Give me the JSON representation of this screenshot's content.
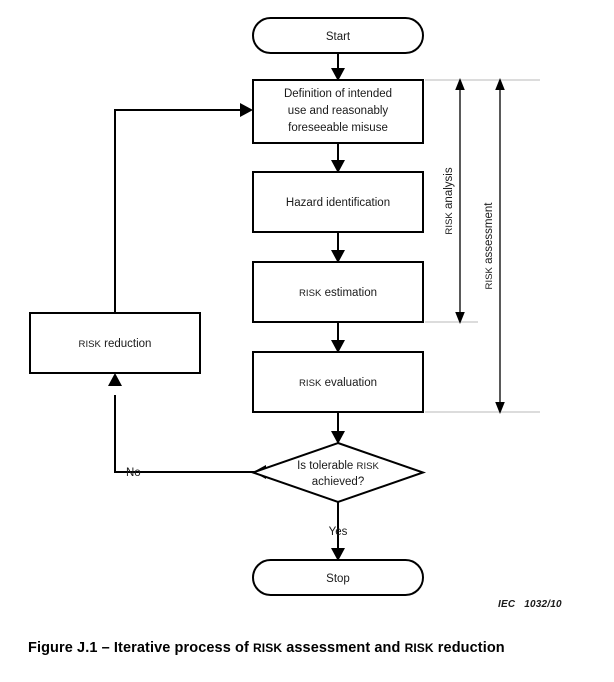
{
  "figure": {
    "caption_prefix": "Figure J.1 – Iterative process of ",
    "caption_sc1": "RISK",
    "caption_mid": " assessment and ",
    "caption_sc2": "RISK",
    "caption_suffix": " reduction",
    "iec_code": "IEC   1032/10"
  },
  "flowchart": {
    "type": "flowchart",
    "nodes": [
      {
        "id": "start",
        "shape": "terminator",
        "label": "Start"
      },
      {
        "id": "definition",
        "shape": "process",
        "line1": "Definition of intended",
        "line2": "use and reasonably",
        "line3": "foreseeable misuse"
      },
      {
        "id": "hazard",
        "shape": "process",
        "label": "Hazard identification"
      },
      {
        "id": "estimation",
        "shape": "process",
        "label_sc": "RISK",
        "label_rest": " estimation"
      },
      {
        "id": "evaluation",
        "shape": "process",
        "label_sc": "RISK",
        "label_rest": " evaluation"
      },
      {
        "id": "decision",
        "shape": "decision",
        "line1_a": "Is tolerable ",
        "line1_sc": "RISK",
        "line2": "achieved?"
      },
      {
        "id": "stop",
        "shape": "terminator",
        "label": "Stop"
      },
      {
        "id": "reduction",
        "shape": "process",
        "label_sc": "RISK",
        "label_rest": " reduction"
      }
    ],
    "edges": [
      {
        "from": "start",
        "to": "definition",
        "label": ""
      },
      {
        "from": "definition",
        "to": "hazard",
        "label": ""
      },
      {
        "from": "hazard",
        "to": "estimation",
        "label": ""
      },
      {
        "from": "estimation",
        "to": "evaluation",
        "label": ""
      },
      {
        "from": "evaluation",
        "to": "decision",
        "label": ""
      },
      {
        "from": "decision",
        "to": "stop",
        "label": "Yes"
      },
      {
        "from": "decision",
        "to": "reduction",
        "label": "No"
      },
      {
        "from": "reduction",
        "to": "definition",
        "label": ""
      }
    ],
    "edge_labels": {
      "no": "No",
      "yes": "Yes"
    },
    "brackets": [
      {
        "id": "risk-analysis",
        "label_sc": "RISK",
        "label_rest": " analysis",
        "spans": [
          "definition",
          "estimation"
        ]
      },
      {
        "id": "risk-assessment",
        "label_sc": "RISK",
        "label_rest": " assessment",
        "spans": [
          "definition",
          "evaluation"
        ]
      }
    ]
  },
  "colors": {
    "stroke": "#000000",
    "fill": "#ffffff",
    "text": "#1a1a1a",
    "guide": "#b8b8b8"
  }
}
